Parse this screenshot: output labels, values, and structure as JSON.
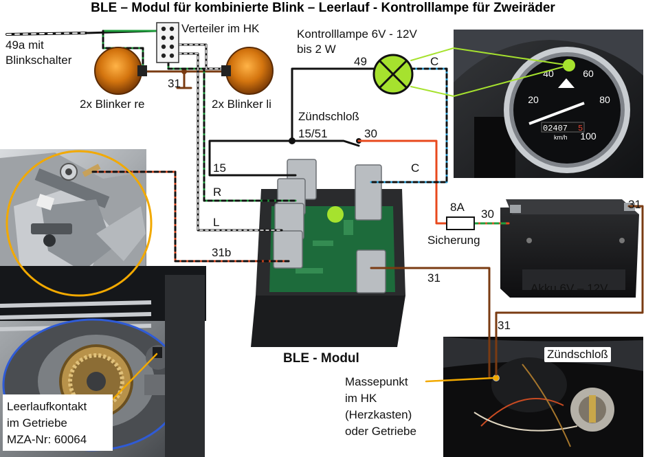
{
  "title": "BLE – Modul für kombinierte Blink – Leerlauf - Kontrolllampe für Zweiräder",
  "labels": {
    "blinkschalter": [
      "49a mit",
      "Blinkschalter"
    ],
    "verteiler": "Verteiler im HK",
    "kontrolllampe": [
      "Kontrolllampe 6V - 12V",
      "bis 2 W"
    ],
    "blinker_re": "2x Blinker re",
    "blinker_li": "2x Blinker li",
    "zuendschloss_wire": "Zündschloß",
    "zuendschloss_photo": "Zündschloß",
    "masse_31_blinker": "31",
    "term_49": "49",
    "term_c_lamp": "C",
    "term_15_51": "15/51",
    "term_30_switch": "30",
    "term_15": "15",
    "term_c_module": "C",
    "term_r": "R",
    "term_l": "L",
    "term_31b": "31b",
    "term_8a": "8A",
    "term_30_battery": "30",
    "sicherung": "Sicherung",
    "term_31_battery": "31",
    "term_31_module": "31",
    "term_31_ground": "31",
    "akku": "Akku 6V – 12V",
    "ble_modul": "BLE - Modul",
    "massepunkt": [
      "Massepunkt",
      "im HK",
      "(Herzkasten)",
      "oder Getriebe"
    ],
    "leerlauf": [
      "Leerlaufkontakt",
      "im Getriebe",
      "MZA-Nr: 60064"
    ]
  },
  "speedometer": {
    "ticks": [
      "20",
      "40",
      "60",
      "80",
      "100"
    ],
    "odometer": "02407",
    "odometer_last": "5",
    "unit": "km/h"
  },
  "colors": {
    "wire_red": "#e8491d",
    "wire_black": "#111111",
    "wire_brown": "#7a3b12",
    "wire_green": "#1e9e3c",
    "wire_blue": "#2aa6e0",
    "lamp_fill": "#a6e22e",
    "indicator_orange": "#d4750f",
    "photo_callout": "#f2a900"
  }
}
